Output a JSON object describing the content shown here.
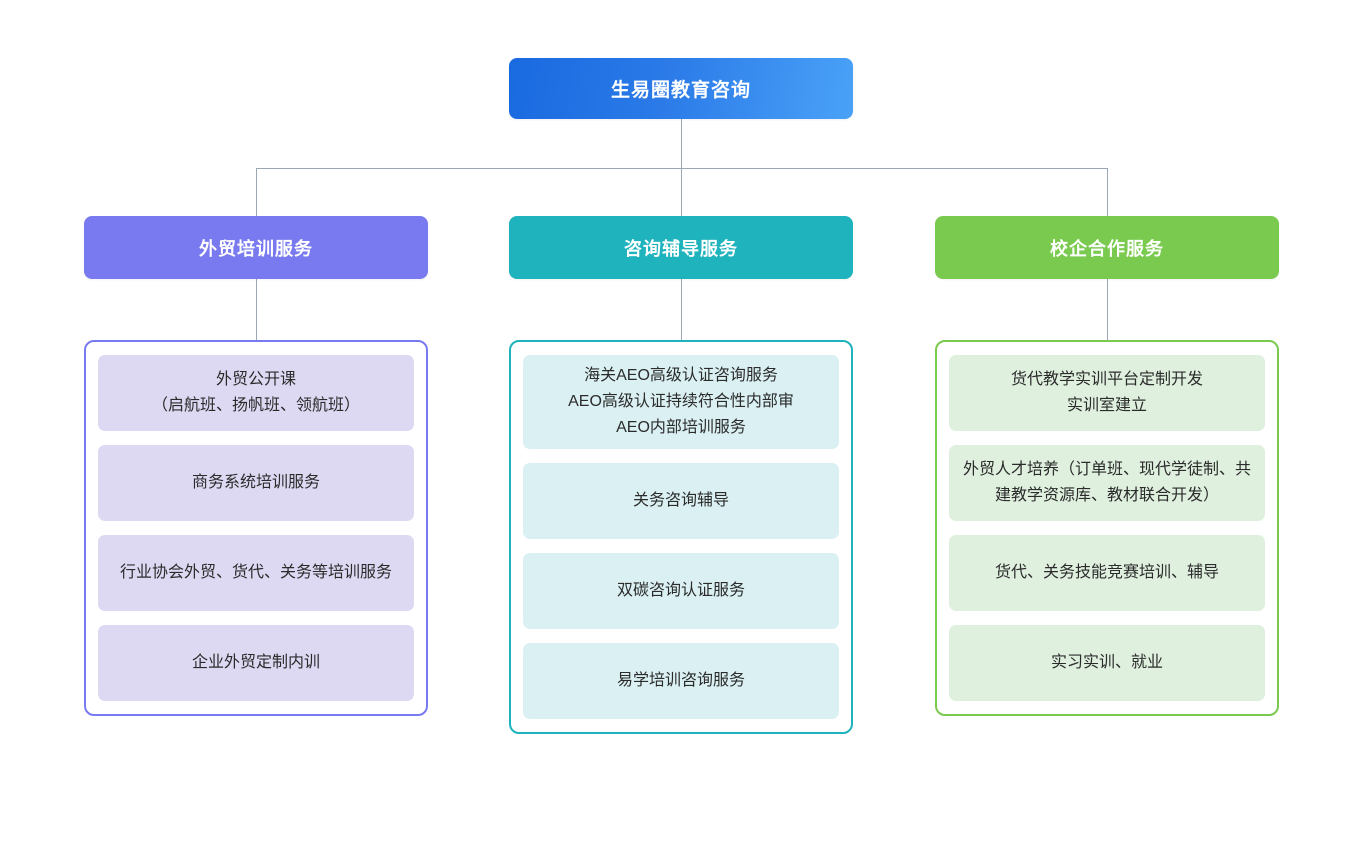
{
  "diagram": {
    "type": "organization-tree",
    "root": {
      "label": "生易圈教育咨询",
      "color": "#2b7ae8"
    },
    "branches": [
      {
        "id": "training",
        "label": "外贸培训服务",
        "header_color": "#7a7af0",
        "item_color": "#ddd9f3",
        "items": [
          "外贸公开课\n（启航班、扬帆班、领航班）",
          "商务系统培训服务",
          "行业协会外贸、货代、关务等培训服务",
          "企业外贸定制内训"
        ]
      },
      {
        "id": "consulting",
        "label": "咨询辅导服务",
        "header_color": "#1fb3bd",
        "item_color": "#daf0f2",
        "items": [
          "海关AEO高级认证咨询服务\nAEO高级认证持续符合性内部审\nAEO内部培训服务",
          "关务咨询辅导",
          "双碳咨询认证服务",
          "易学培训咨询服务"
        ]
      },
      {
        "id": "school-enterprise",
        "label": "校企合作服务",
        "header_color": "#79ca4e",
        "item_color": "#dff0df",
        "items": [
          "货代教学实训平台定制开发\n实训室建立",
          "外贸人才培养（订单班、现代学徒制、共建教学资源库、教材联合开发）",
          "货代、关务技能竞赛培训、辅导",
          "实习实训、就业"
        ]
      }
    ],
    "connector_color": "#9aa7b4"
  }
}
